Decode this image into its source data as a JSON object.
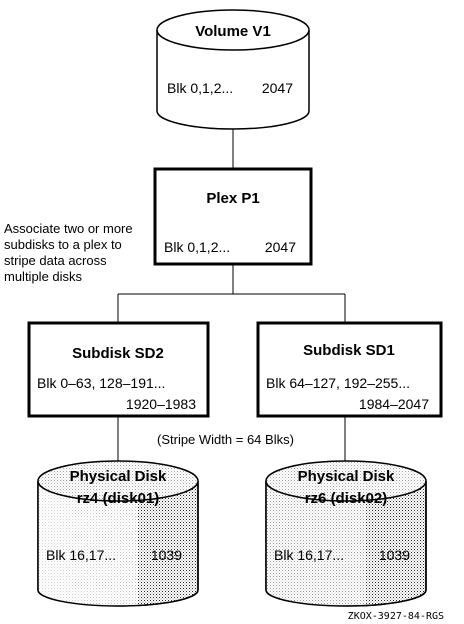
{
  "volume": {
    "title": "Volume V1",
    "blocks_start": "Blk 0,1,2...",
    "blocks_end": "2047"
  },
  "plex": {
    "title": "Plex P1",
    "blocks_start": "Blk 0,1,2...",
    "blocks_end": "2047"
  },
  "annotation": {
    "lines": [
      "Associate two or more",
      "subdisks to a plex to",
      "stripe data across",
      "multiple disks"
    ]
  },
  "subdisk_sd2": {
    "title": "Subdisk SD2",
    "blocks_line1": "Blk 0–63, 128–191...",
    "blocks_line2": "1920–1983"
  },
  "subdisk_sd1": {
    "title": "Subdisk SD1",
    "blocks_line1": "Blk 64–127, 192–255...",
    "blocks_line2": "1984–2047"
  },
  "stripe_width": "(Stripe Width = 64 Blks)",
  "disk_rz4": {
    "title_line1": "Physical Disk",
    "title_line2": "rz4 (disk01)",
    "blocks_start": "Blk 16,17...",
    "blocks_end": "1039"
  },
  "disk_rz6": {
    "title_line1": "Physical Disk",
    "title_line2": "rz6 (disk02)",
    "blocks_start": "Blk 16,17...",
    "blocks_end": "1039"
  },
  "figure_code": "ZKOX-3927-84-RGS"
}
